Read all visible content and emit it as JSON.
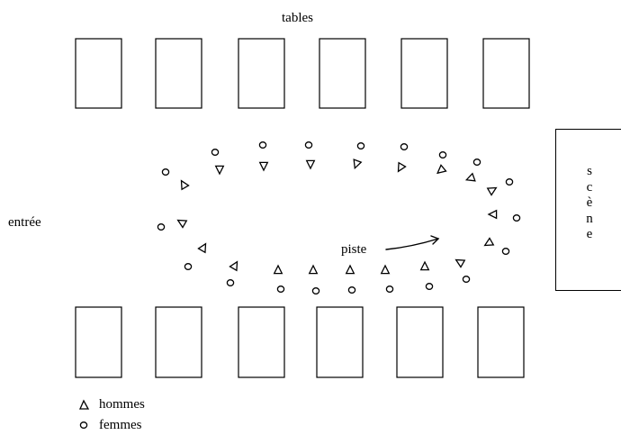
{
  "title": "tables",
  "entrance_label": "entrée",
  "floor_label": "piste",
  "stage_label": "scène",
  "legend": {
    "men": {
      "symbol": "triangle-icon",
      "label": "hommes"
    },
    "women": {
      "symbol": "circle-icon",
      "label": "femmes"
    }
  },
  "colors": {
    "ink": "#000000",
    "background": "#ffffff"
  }
}
